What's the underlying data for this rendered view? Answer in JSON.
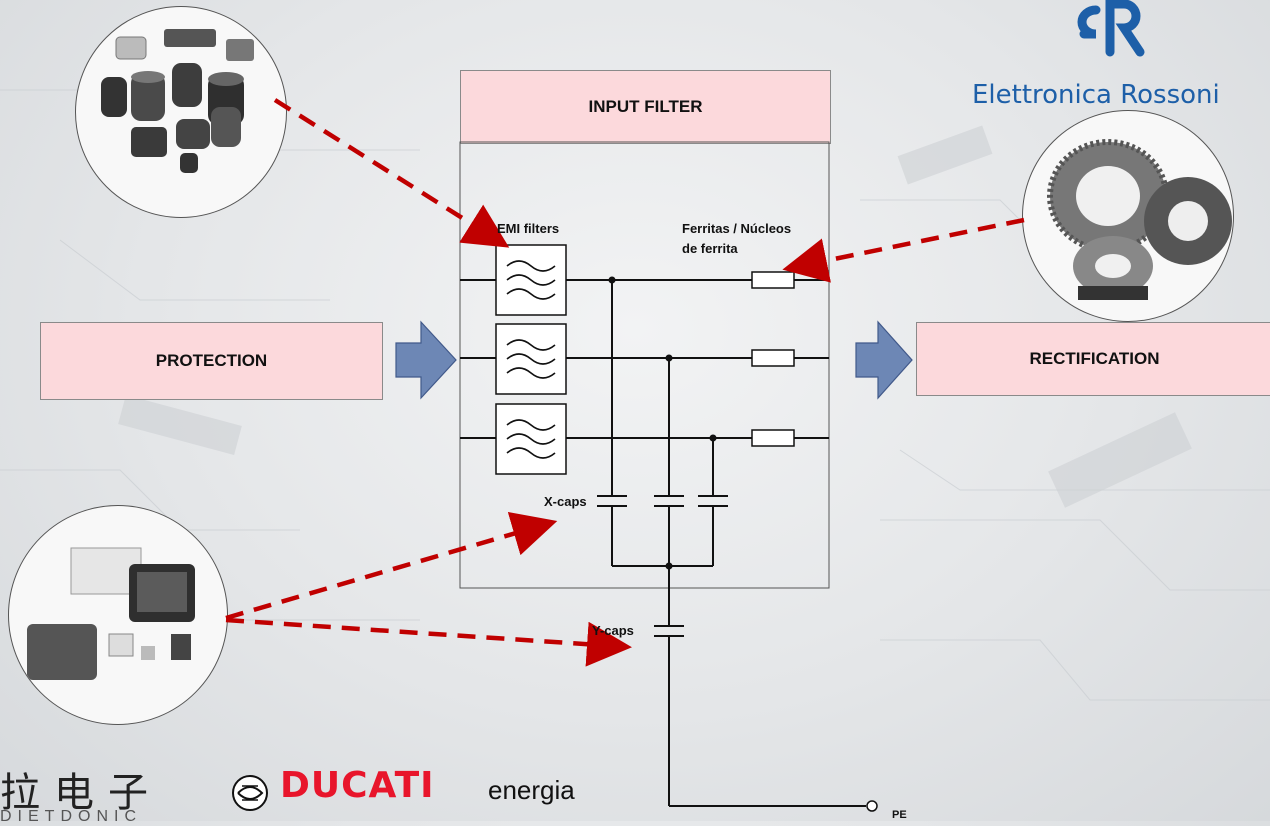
{
  "blocks": {
    "input_filter": "INPUT FILTER",
    "protection": "PROTECTION",
    "rectification": "RECTIFICATION"
  },
  "labels": {
    "emi_filters": "EMI filters",
    "ferritas_line1": "Ferritas / Núcleos",
    "ferritas_line2": "de ferrita",
    "x_caps": "X-caps",
    "y_caps": "Y-caps",
    "pe": "PE"
  },
  "logos": {
    "elettronica_rossoni": "Elettronica Rossoni",
    "chinese": "拉电子",
    "chinese_sub": "DIETDONIC",
    "ducati": "DUCATI",
    "energia": "energia"
  },
  "colors": {
    "pink_fill": "#fcd9dc",
    "arrow_blue": "#6d87b5",
    "dashed_red": "#c00000",
    "er_blue": "#1d5fa8",
    "ducati_red": "#e8152b"
  }
}
